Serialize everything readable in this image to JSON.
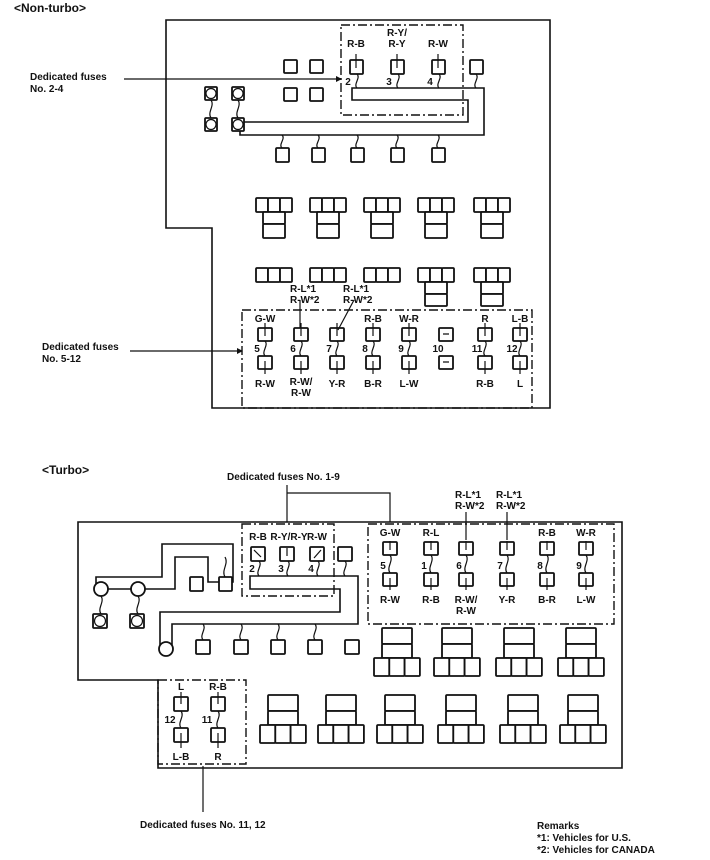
{
  "nonturbo": {
    "title": "<Non-turbo>",
    "callout_2_4": [
      "Dedicated fuses",
      "No. 2-4"
    ],
    "callout_5_12": [
      "Dedicated fuses",
      "No. 5-12"
    ],
    "top_fuses": [
      {
        "num": "2",
        "wire": [
          "R-B"
        ]
      },
      {
        "num": "3",
        "wire": [
          "R-Y/",
          "R-Y"
        ]
      },
      {
        "num": "4",
        "wire": [
          "R-W"
        ]
      }
    ],
    "relay_labels": [
      {
        "l1": "R-L*1",
        "l2": "R-W*2"
      },
      {
        "l1": "R-L*1",
        "l2": "R-W*2"
      }
    ],
    "bottom_fuses": [
      {
        "num": "5",
        "top": "G-W",
        "bottom": [
          "R-W"
        ]
      },
      {
        "num": "6",
        "top": "",
        "bottom": [
          "R-W/",
          "R-W"
        ]
      },
      {
        "num": "7",
        "top": "",
        "bottom": [
          "Y-R"
        ]
      },
      {
        "num": "8",
        "top": "R-B",
        "bottom": [
          "B-R"
        ]
      },
      {
        "num": "9",
        "top": "W-R",
        "bottom": [
          "L-W"
        ]
      },
      {
        "num": "10",
        "top": "",
        "bottom": [
          ""
        ]
      },
      {
        "num": "11",
        "top": "R",
        "bottom": [
          "R-B"
        ]
      },
      {
        "num": "12",
        "top": "L-B",
        "bottom": [
          "L"
        ]
      }
    ]
  },
  "turbo": {
    "title": "<Turbo>",
    "callout_1_9": "Dedicated fuses No. 1-9",
    "callout_11_12": "Dedicated fuses No. 11, 12",
    "top_fuses": [
      {
        "num": "2",
        "wire": "R-B"
      },
      {
        "num": "3",
        "wire": "R-Y/R-Y"
      },
      {
        "num": "4",
        "wire": "R-W"
      }
    ],
    "relay_labels": [
      {
        "l1": "R-L*1",
        "l2": "R-W*2"
      },
      {
        "l1": "R-L*1",
        "l2": "R-W*2"
      }
    ],
    "right_fuses": [
      {
        "num": "5",
        "top": "G-W",
        "bottom": [
          "R-W"
        ]
      },
      {
        "num": "1",
        "top": "R-L",
        "bottom": [
          "R-B"
        ]
      },
      {
        "num": "6",
        "top": "",
        "bottom": [
          "R-W/",
          "R-W"
        ]
      },
      {
        "num": "7",
        "top": "",
        "bottom": [
          "Y-R"
        ]
      },
      {
        "num": "8",
        "top": "R-B",
        "bottom": [
          "B-R"
        ]
      },
      {
        "num": "9",
        "top": "W-R",
        "bottom": [
          "L-W"
        ]
      }
    ],
    "left_fuses": [
      {
        "num": "12",
        "top": "L",
        "bottom": "L-B"
      },
      {
        "num": "11",
        "top": "R-B",
        "bottom": "R"
      }
    ]
  },
  "remarks": {
    "title": "Remarks",
    "notes": [
      "*1: Vehicles for U.S.",
      "*2: Vehicles for CANADA"
    ]
  }
}
